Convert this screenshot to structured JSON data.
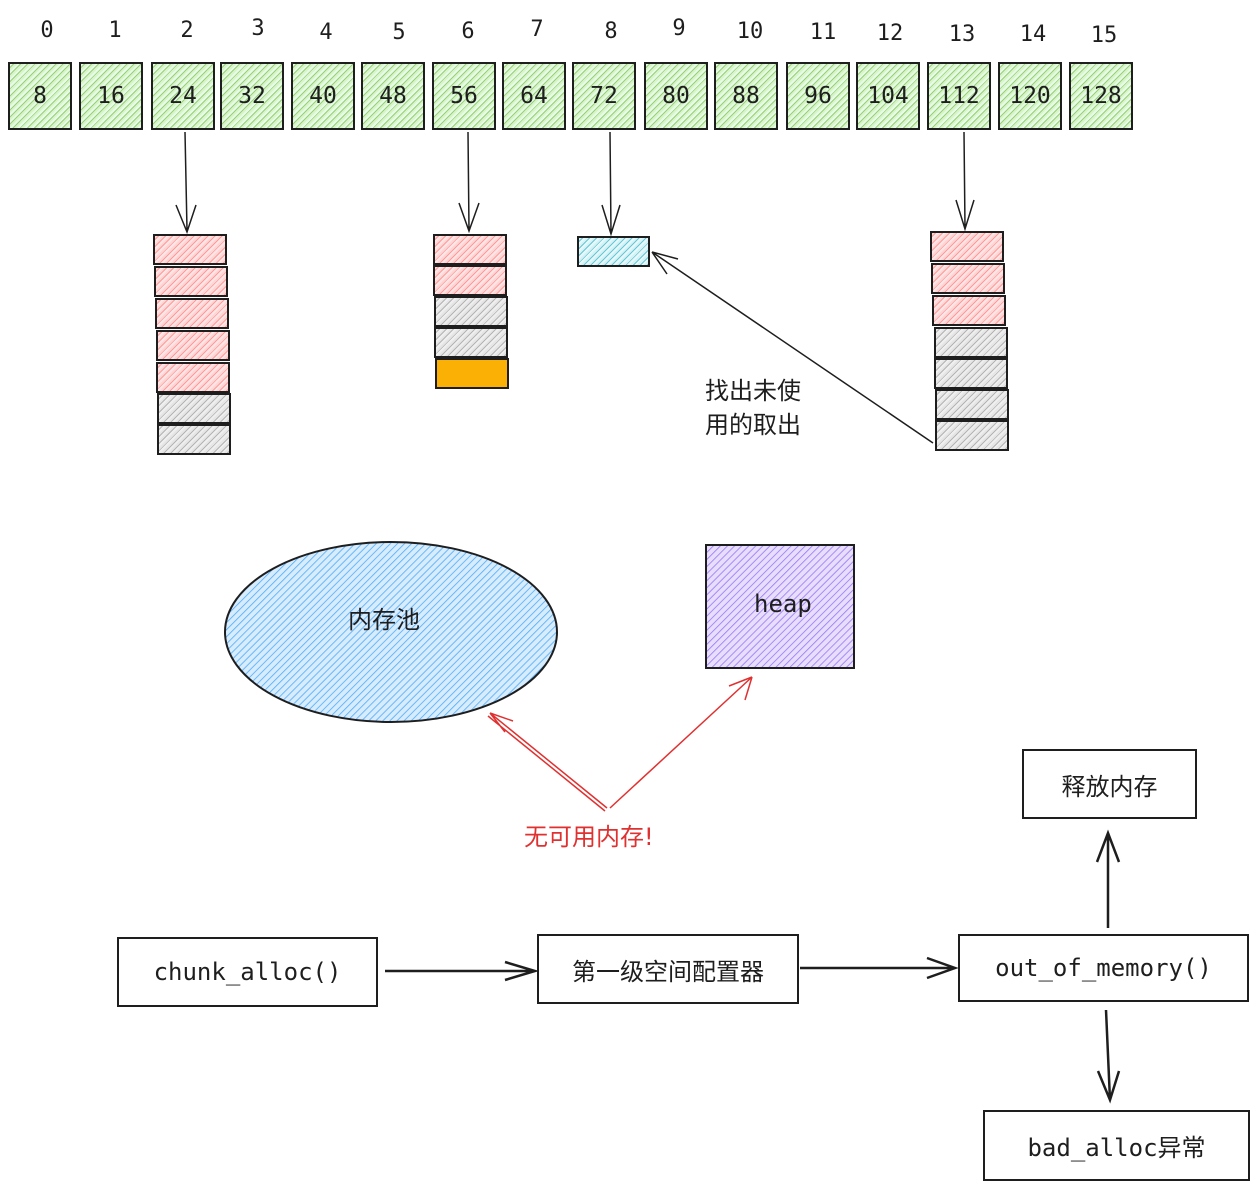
{
  "free_list": {
    "indices": [
      "0",
      "1",
      "2",
      "3",
      "4",
      "5",
      "6",
      "7",
      "8",
      "9",
      "10",
      "11",
      "12",
      "13",
      "14",
      "15"
    ],
    "sizes": [
      "8",
      "16",
      "24",
      "32",
      "40",
      "48",
      "56",
      "64",
      "72",
      "80",
      "88",
      "96",
      "104",
      "112",
      "120",
      "128"
    ]
  },
  "chains": [
    {
      "slot": 2,
      "blocks": [
        "used",
        "used",
        "used",
        "used",
        "used",
        "free",
        "free"
      ]
    },
    {
      "slot": 6,
      "blocks": [
        "used",
        "used",
        "free",
        "free",
        "allocated"
      ]
    },
    {
      "slot": 8,
      "blocks": [
        "taken"
      ]
    },
    {
      "slot": 13,
      "blocks": [
        "used",
        "used",
        "used",
        "free",
        "free",
        "free",
        "free"
      ]
    }
  ],
  "annotations": {
    "find_unused_line1": "找出未使",
    "find_unused_line2": "用的取出",
    "memory_pool": "内存池",
    "heap": "heap",
    "no_memory": "无可用内存!"
  },
  "flow": {
    "chunk_alloc": "chunk_alloc()",
    "first_level": "第一级空间配置器",
    "out_of_memory": "out_of_memory()",
    "release_memory": "释放内存",
    "bad_alloc": "bad_alloc异常"
  },
  "colors": {
    "slot_fill": "#b2f2bb",
    "used_fill": "#ffc9c9",
    "free_fill": "#ced4da",
    "allocated_fill": "#fab005",
    "taken_fill": "#99e9f2",
    "pool_fill": "#a5d8ff",
    "heap_fill": "#d0bfff",
    "warning": "#e03131"
  }
}
